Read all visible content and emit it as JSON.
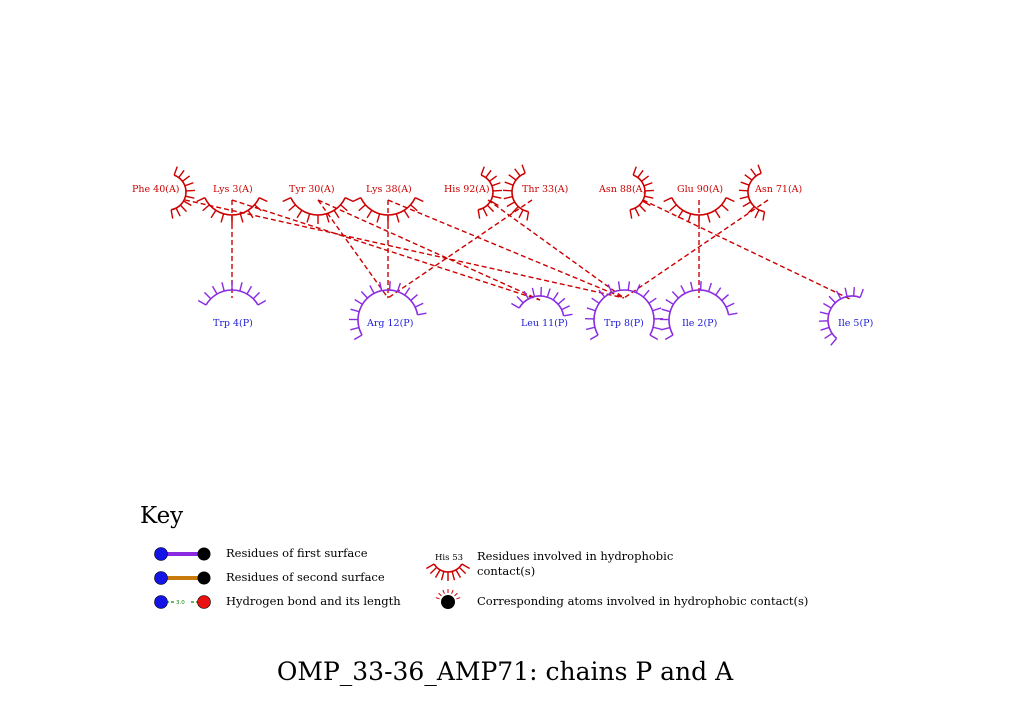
{
  "colors": {
    "chain_a": "#cc0000",
    "chain_p": "#1a1ad6",
    "surface_p": "#8a2be2",
    "first_surface_bond": "#8a2be2",
    "second_surface_bond": "#c87a0a",
    "hbond": "#0a8a0a",
    "contact_line": "#cc0000"
  },
  "chain_a_residues": [
    {
      "id": "phe40",
      "label": "Phe 40(A)"
    },
    {
      "id": "lys3",
      "label": "Lys 3(A)"
    },
    {
      "id": "tyr30",
      "label": "Tyr 30(A)"
    },
    {
      "id": "lys38",
      "label": "Lys 38(A)"
    },
    {
      "id": "his92",
      "label": "His 92(A)"
    },
    {
      "id": "thr33",
      "label": "Thr 33(A)"
    },
    {
      "id": "asn88",
      "label": "Asn 88(A)"
    },
    {
      "id": "glu90",
      "label": "Glu 90(A)"
    },
    {
      "id": "asn71",
      "label": "Asn 71(A)"
    }
  ],
  "chain_p_residues": [
    {
      "id": "trp4",
      "label": "Trp 4(P)"
    },
    {
      "id": "arg12",
      "label": "Arg 12(P)"
    },
    {
      "id": "leu11",
      "label": "Leu 11(P)"
    },
    {
      "id": "trp8",
      "label": "Trp 8(P)"
    },
    {
      "id": "ile2",
      "label": "Ile 2(P)"
    },
    {
      "id": "ile5",
      "label": "Ile 5(P)"
    }
  ],
  "contacts": [
    [
      "phe40",
      "trp8"
    ],
    [
      "lys3",
      "trp4"
    ],
    [
      "lys3",
      "leu11"
    ],
    [
      "tyr30",
      "arg12"
    ],
    [
      "tyr30",
      "leu11"
    ],
    [
      "lys38",
      "arg12"
    ],
    [
      "lys38",
      "trp8"
    ],
    [
      "his92",
      "trp8"
    ],
    [
      "thr33",
      "arg12"
    ],
    [
      "asn88",
      "ile5"
    ],
    [
      "glu90",
      "ile2"
    ],
    [
      "asn71",
      "trp8"
    ]
  ],
  "key": {
    "title": "Key",
    "first_surface": "Residues of first surface",
    "second_surface": "Residues of second surface",
    "hbond": "Hydrogen bond and its length",
    "hbond_length": "3.0",
    "hydrophobic_example": "His 53",
    "hydrophobic_line1": "Residues involved in hydrophobic",
    "hydrophobic_line2": "contact(s)",
    "corresponding_atoms": "Corresponding atoms involved in hydrophobic contact(s)"
  },
  "title": "OMP_33-36_AMP71: chains P and A"
}
